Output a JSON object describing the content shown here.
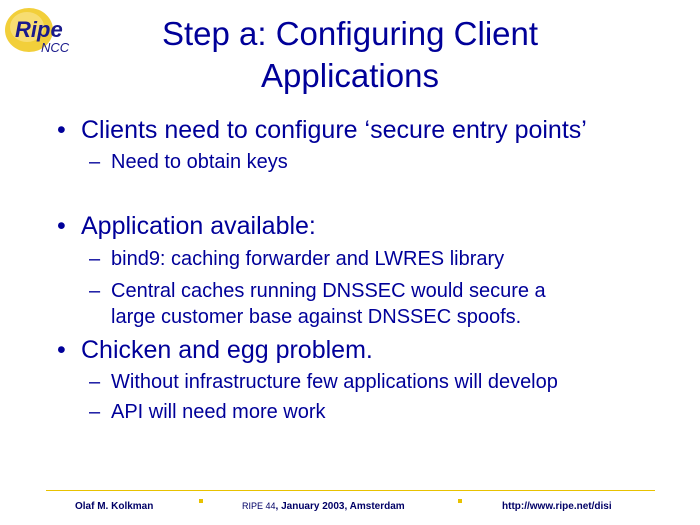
{
  "logo": {
    "ripe": "Ripe",
    "ncc": "NCC"
  },
  "title": {
    "line1": "Step a: Configuring Client",
    "line2": "Applications"
  },
  "bullets": [
    {
      "marker": "•",
      "text": "Clients need to configure ‘secure entry points’",
      "subs": [
        {
          "marker": "–",
          "text": "Need to obtain keys"
        }
      ]
    },
    {
      "marker": "•",
      "text": "Application available:",
      "subs": [
        {
          "marker": "–",
          "text": "bind9: caching forwarder  and LWRES library"
        },
        {
          "marker": "–",
          "text": "Central caches running DNSSEC would secure a",
          "cont": "large customer base against DNSSEC spoofs."
        }
      ]
    },
    {
      "marker": "•",
      "text": "Chicken and egg problem.",
      "subs": [
        {
          "marker": "–",
          "text": "Without infrastructure few applications will develop"
        },
        {
          "marker": "–",
          "text": "API will need more work"
        }
      ]
    }
  ],
  "footer": {
    "author": "Olaf M. Kolkman",
    "event_prefix": "RIPE 44",
    "event_rest": ", January 2003, Amsterdam",
    "url": "http://www.ripe.net/disi"
  },
  "colors": {
    "text": "#000099",
    "accent": "#e8c200"
  }
}
